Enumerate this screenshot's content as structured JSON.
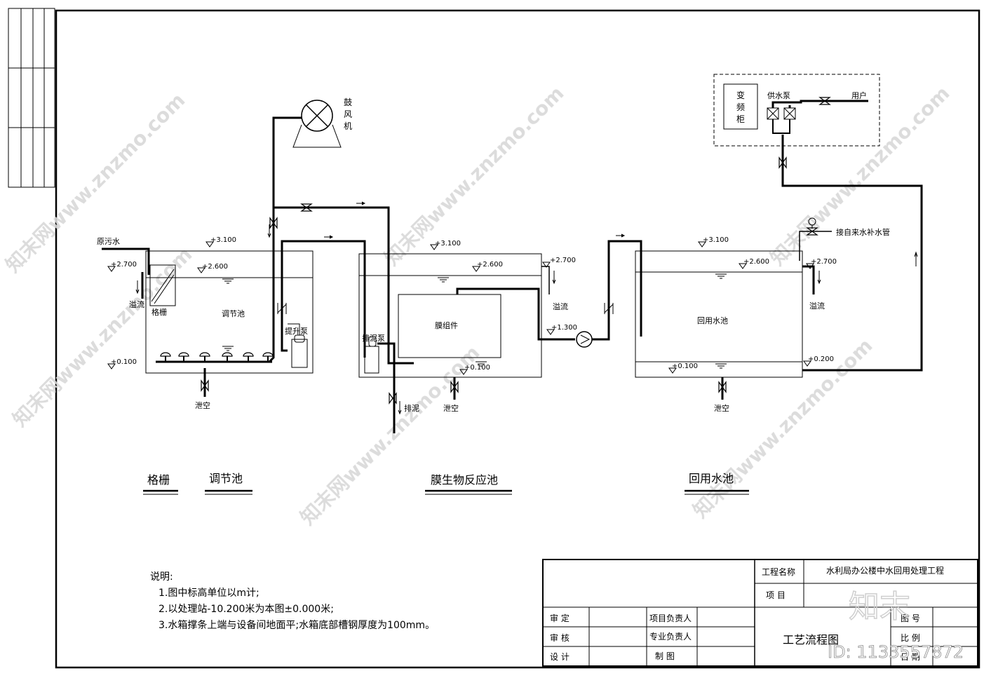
{
  "components": {
    "blower": "鼓风机",
    "vfd_cabinet": "变频柜",
    "supply_pump": "供水泵",
    "user": "用户",
    "makeup_water": "接自来水补水管",
    "raw_water": "原污水",
    "screen": "格栅",
    "equalization_tank": "调节池",
    "lift_pump": "提升泵",
    "sludge_pump": "排泥泵",
    "membrane_module": "膜组件",
    "reuse_tank": "回用水池"
  },
  "labels": {
    "overflow": "溢流",
    "drain": "泄空",
    "sludge_discharge": "排泥"
  },
  "elevations": {
    "e3100": "+3.100",
    "e2700": "+2.700",
    "e2600": "+2.600",
    "e1300": "+1.300",
    "e0200": "+0.200",
    "e0100": "+0.100"
  },
  "section_titles": {
    "screen": "格栅",
    "equalization": "调节池",
    "mbr": "膜生物反应池",
    "reuse": "回用水池"
  },
  "notes": {
    "heading": "说明:",
    "items": [
      "1.图中标高单位以m计;",
      "2.以处理站-10.200米为本图±0.000米;",
      "3.水箱撑条上端与设备间地面平;水箱底部槽钢厚度为100mm。"
    ]
  },
  "title_block": {
    "project_name_label": "工程名称",
    "project_name": "水利局办公楼中水回用处理工程",
    "item_label": "项  目",
    "review": "审    定",
    "check": "审    核",
    "design": "设    计",
    "project_lead": "项目负责人",
    "specialty_lead": "专业负责人",
    "drafting": "制    图",
    "drawing_title": "工艺流程图",
    "drawing_no": "图  号",
    "scale": "比  例",
    "date": "日  期"
  },
  "watermark": {
    "text": "知末网www.znzmo.com",
    "brand": "知末",
    "id": "ID: 1133557872"
  }
}
